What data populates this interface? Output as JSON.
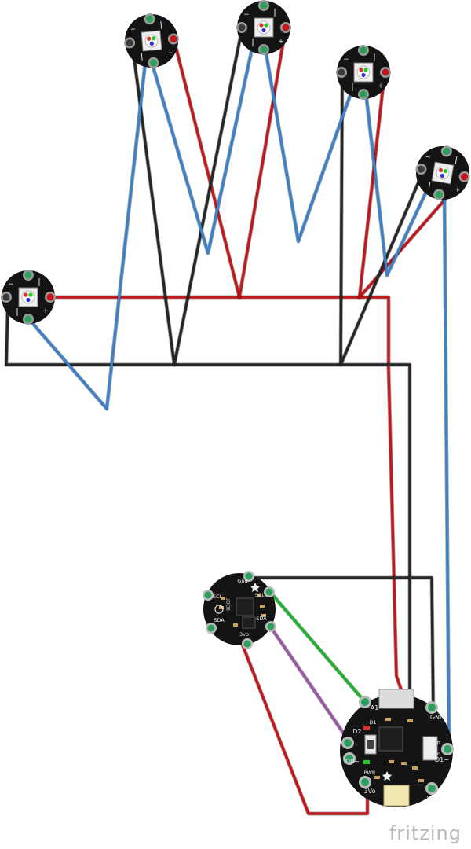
{
  "brand": "fritzing",
  "colors": {
    "red": "#c4161c",
    "black": "#262626",
    "blue": "#3b82c8",
    "green": "#1db42a",
    "purple": "#9c56a8",
    "board": "#141414",
    "pin": "#c8c8c8",
    "pad": "#2aa05a",
    "pad_red": "#c4161c"
  },
  "parts": {
    "pixel_label_minus": "−",
    "pixel_label_plus": "+",
    "sensor": {
      "pin_labels": [
        "Gnd",
        "SCL",
        "SDA",
        "3vo",
        "SDA",
        "SCL"
      ],
      "chip_label": "9DOF"
    },
    "flora": {
      "pin_labels": [
        "A1",
        "D2",
        "D0~",
        "3Vo",
        "GND",
        "D1~",
        "Vout"
      ],
      "labels": [
        "D1",
        "PWR",
        "off",
        "on"
      ]
    }
  }
}
